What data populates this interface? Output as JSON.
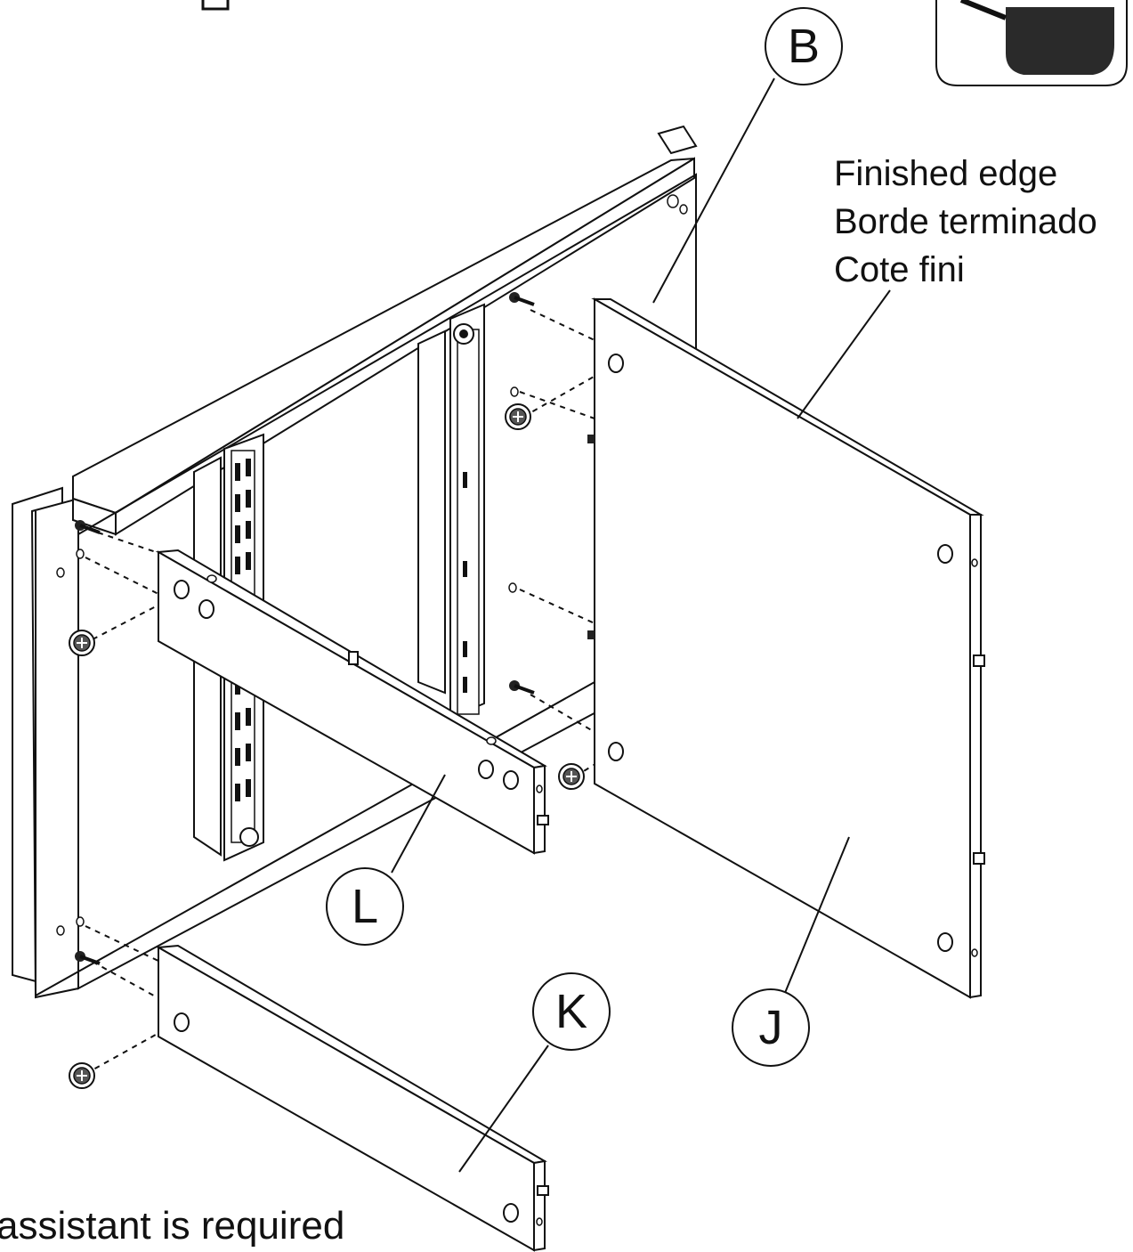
{
  "callouts": {
    "b": "B",
    "l": "L",
    "k": "K",
    "j": "J"
  },
  "finished_edge": {
    "en": "Finished edge",
    "es": "Borde terminado",
    "fr": "Cote fini"
  },
  "footer_note": "assistant is required",
  "colors": {
    "ink": "#111111",
    "paper": "#ffffff",
    "dark_fill": "#2a2a2a"
  },
  "icons": {
    "inset": "mallet-tap-icon",
    "cam_lock": "cam-lock-icon",
    "cam_bolt": "cam-bolt-icon",
    "dowel": "wood-dowel-icon"
  }
}
